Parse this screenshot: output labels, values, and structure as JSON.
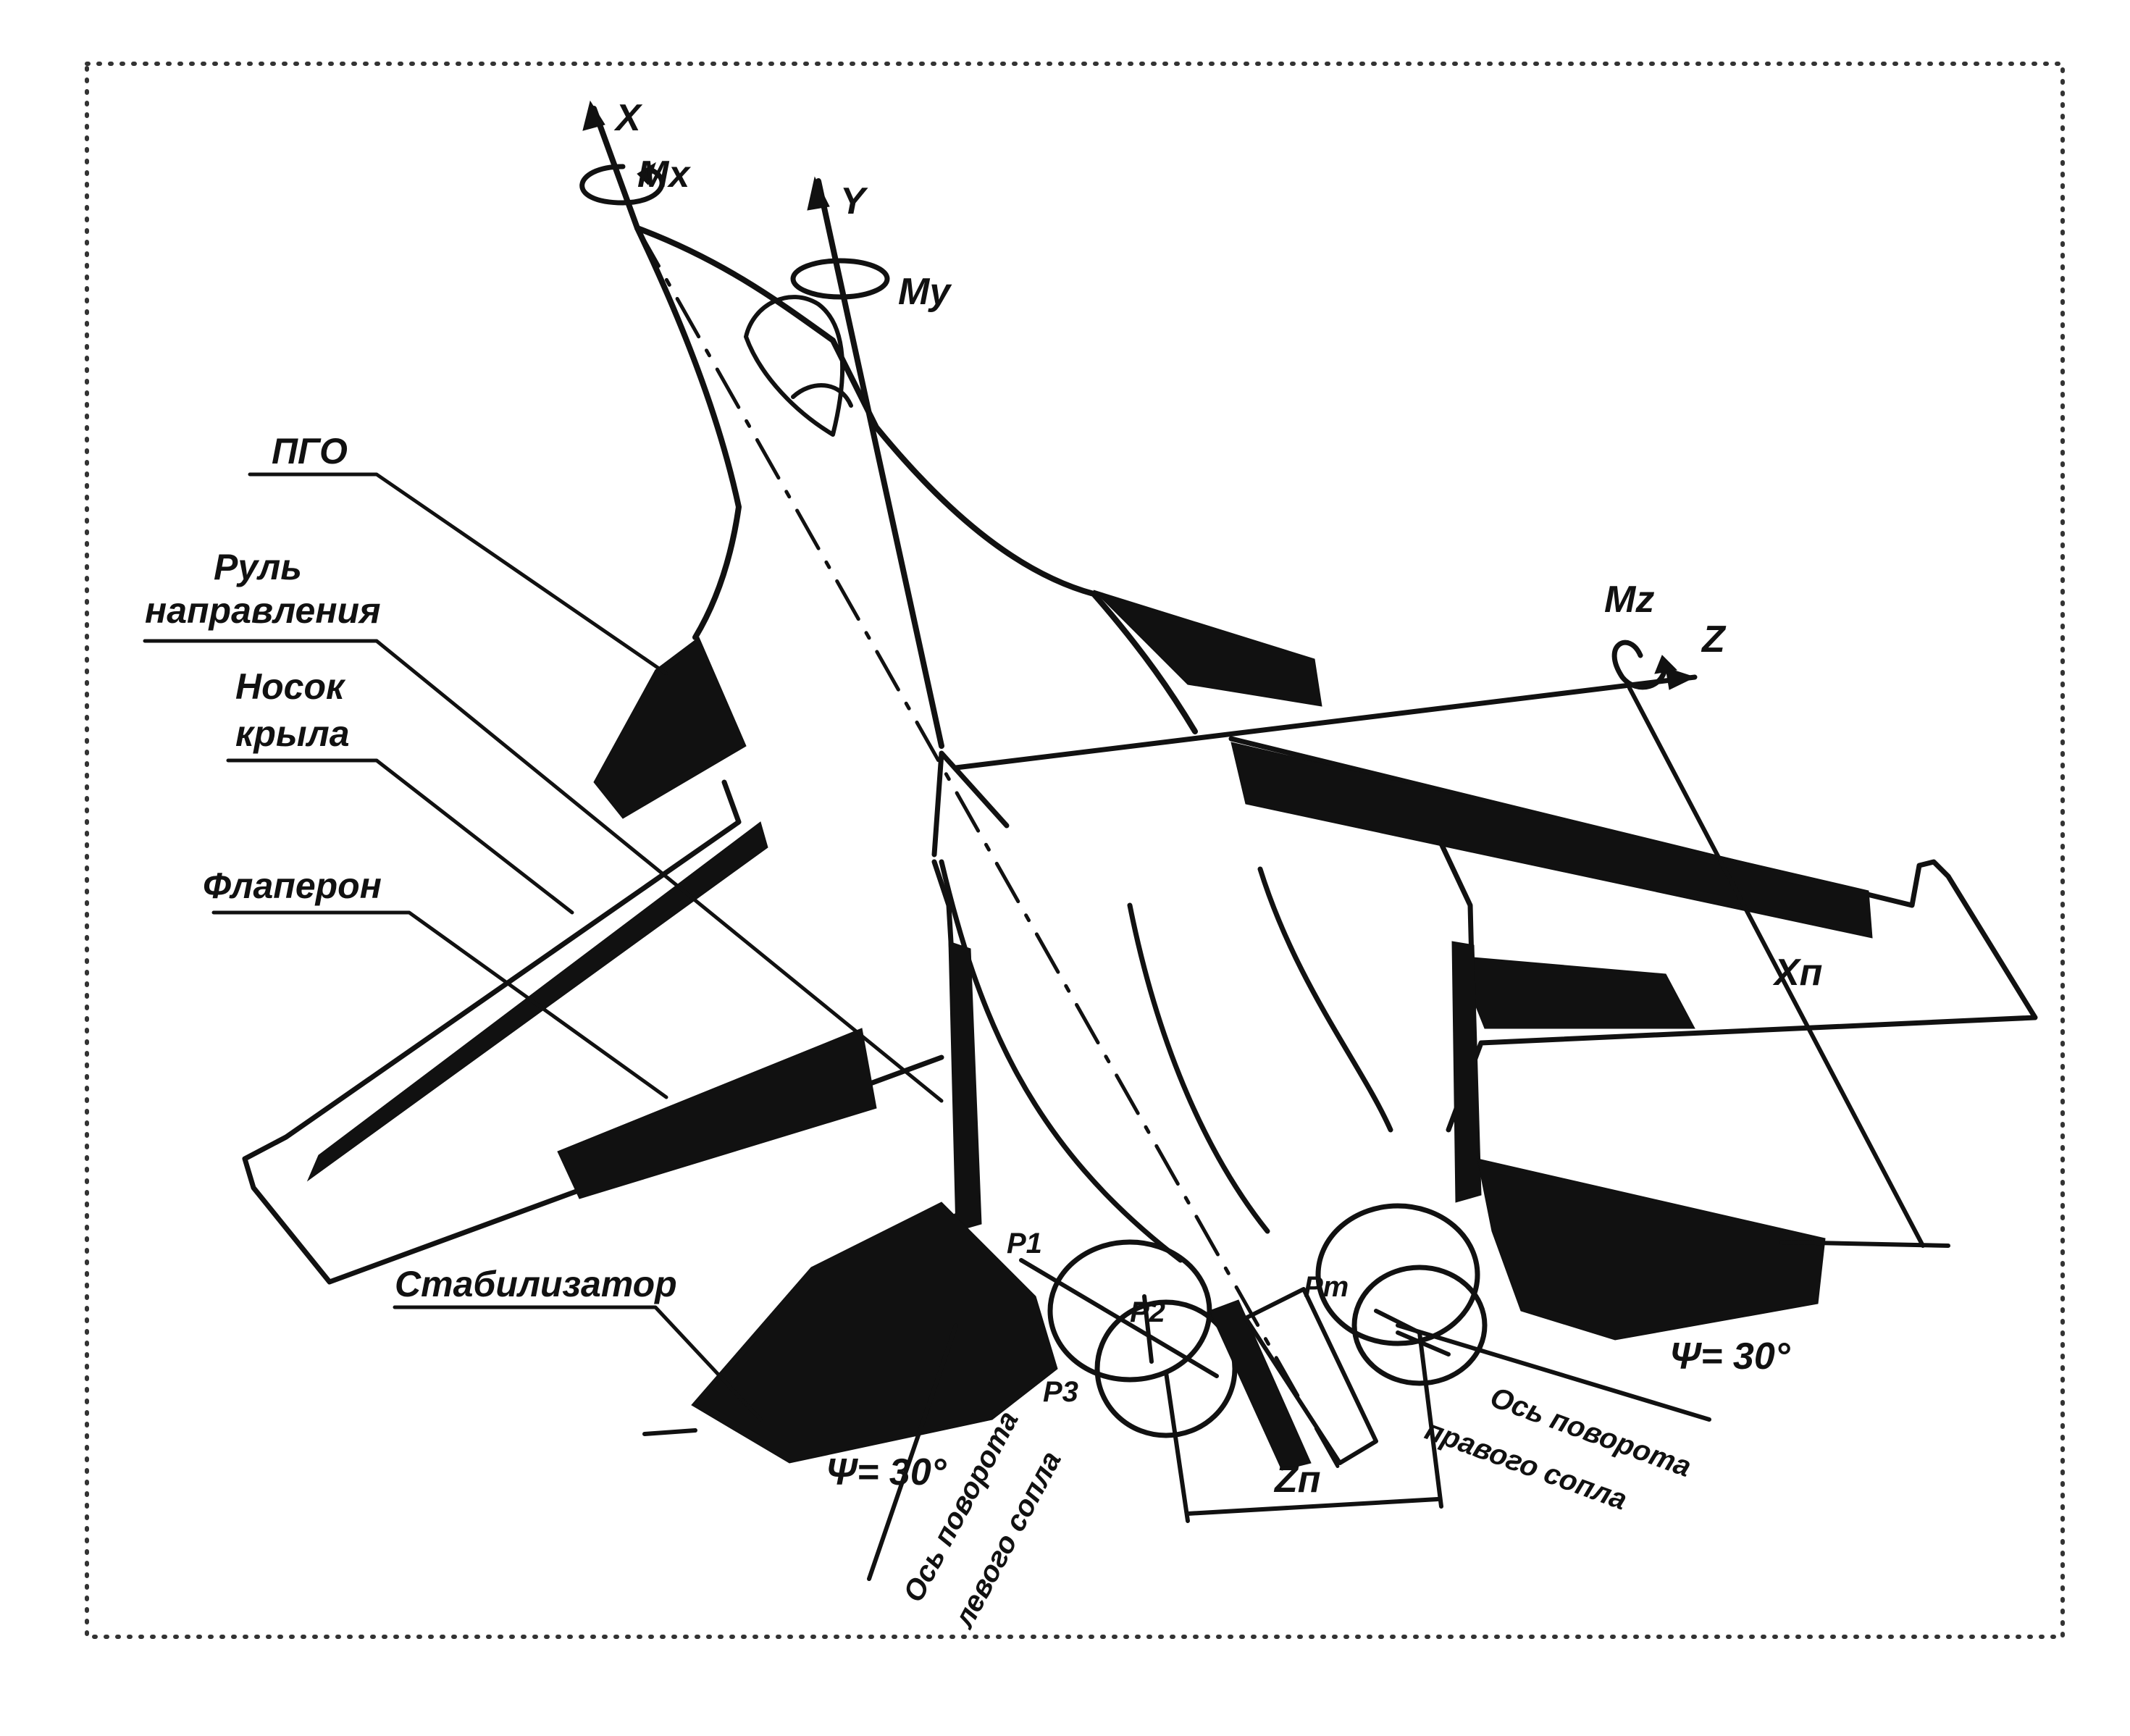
{
  "axes": {
    "x": "X",
    "mx": "Mx",
    "y": "Y",
    "my": "My",
    "z": "Z",
    "mz": "Mz"
  },
  "labels": {
    "pgo": "ПГО",
    "rudder_line1": "Руль",
    "rudder_line2": "направления",
    "slat_line1": "Носок",
    "slat_line2": "крыла",
    "flaperon": "Флаперон",
    "stabilizer": "Стабилизатор"
  },
  "dimensions": {
    "xp": "Xп",
    "zp": "Zп",
    "psi_left": "Ψ= 30°",
    "psi_right": "Ψ= 30°"
  },
  "nozzles": {
    "right_axis_line1": "Ось поворота",
    "right_axis_line2": "правого сопла",
    "left_axis_line1": "Ось поворота",
    "left_axis_line2": "левого сопла",
    "p1": "P1",
    "p2": "P2",
    "pt": "Pт",
    "p3": "P3"
  },
  "colors": {
    "ink": "#111111",
    "paper": "#ffffff"
  }
}
